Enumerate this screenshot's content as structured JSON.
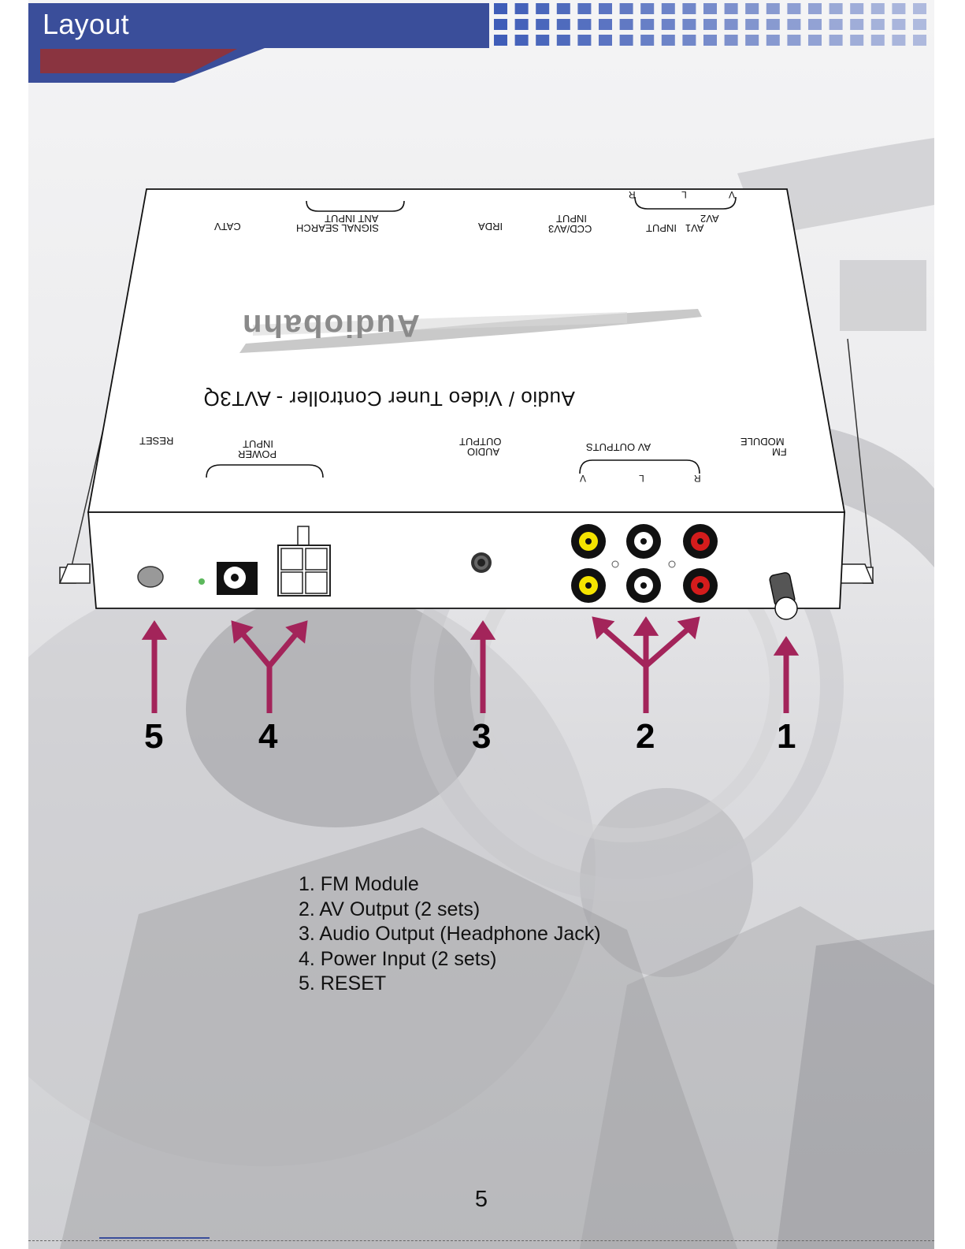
{
  "header": {
    "title": "Layout",
    "colors": {
      "bar": "#3a4e9a",
      "accent": "#8a3440",
      "dots": "#3f5db8"
    }
  },
  "device": {
    "top_labels": {
      "catv": "CATV",
      "signal_search": "SIGNAL SEARCH",
      "ant_input": "ANT INPUT",
      "irda": "IRDA",
      "ccd_av3": "CCD/AV3",
      "ccd_input": "INPUT",
      "av1_input": "AV1   INPUT",
      "av2": "AV2",
      "av_in_v": "V",
      "av_in_l": "L",
      "av_in_r": "R",
      "brand": "Audiobahn",
      "model_title": "Audio / Video Tuner Controller - AVT3Q",
      "reset": "RESET",
      "power": "POWER",
      "power_input": "INPUT",
      "audio": "AUDIO",
      "audio_output": "OUTPUT",
      "av_outputs": "AV OUTPUTS",
      "av_out_v": "V",
      "av_out_l": "L",
      "av_out_r": "R",
      "fm": "FM",
      "module": "MODULE"
    },
    "callouts": [
      "5",
      "4",
      "3",
      "2",
      "1"
    ],
    "arrow_color": "#a3245a"
  },
  "legend": {
    "items": [
      "1. FM Module",
      "2. AV Output (2 sets)",
      "3. Audio Output (Headphone Jack)",
      "4. Power Input (2 sets)",
      "5. RESET"
    ]
  },
  "page_number": "5"
}
